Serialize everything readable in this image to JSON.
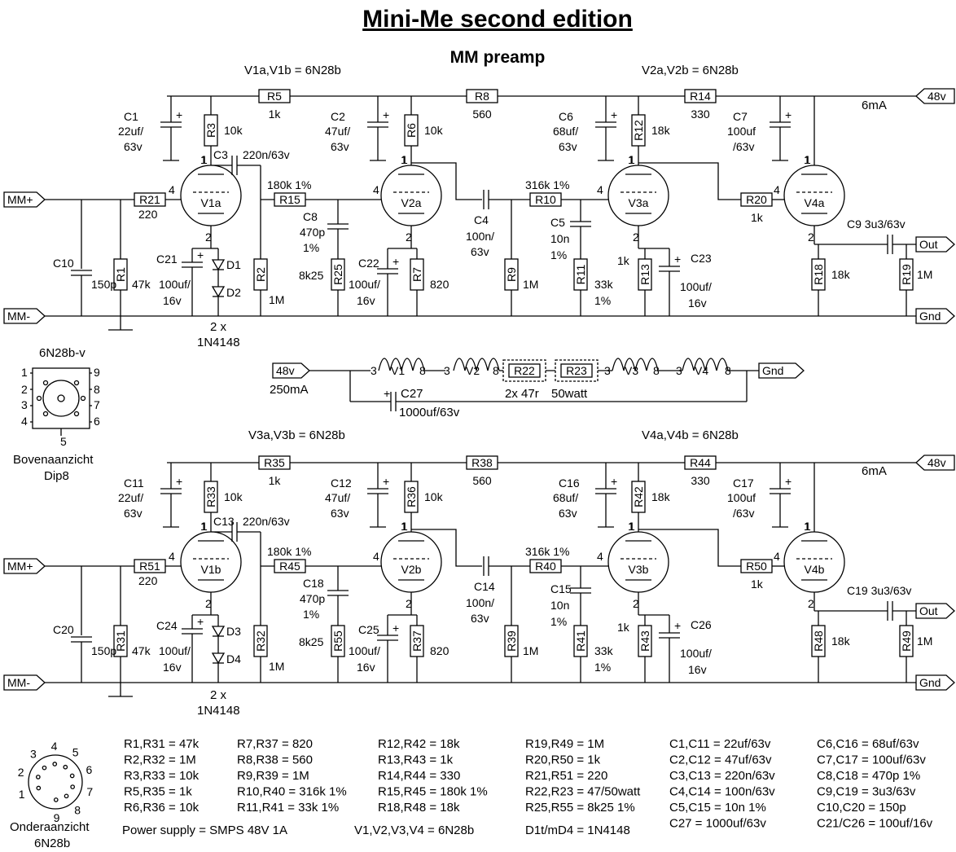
{
  "title": "Mini-Me second edition",
  "subtitle": "MM preamp",
  "top_section": {
    "tube1": "V1a,V1b = 6N28b",
    "tube2": "V2a,V2b = 6N28b",
    "supply": "48v",
    "current": "6mA",
    "in_plus": "MM+",
    "in_minus": "MM-",
    "out": "Out",
    "gnd": "Gnd",
    "resistors": [
      {
        "id": "R5",
        "val": "1k"
      },
      {
        "id": "R8",
        "val": "560"
      },
      {
        "id": "R14",
        "val": "330"
      },
      {
        "id": "R3",
        "val": "10k"
      },
      {
        "id": "R6",
        "val": "10k"
      },
      {
        "id": "R12",
        "val": "18k"
      },
      {
        "id": "R21",
        "val": "220"
      },
      {
        "id": "R15",
        "val": "180k 1%"
      },
      {
        "id": "R10",
        "val": "316k 1%"
      },
      {
        "id": "R20",
        "val": "1k"
      },
      {
        "id": "R1",
        "val": "47k"
      },
      {
        "id": "R2",
        "val": "1M"
      },
      {
        "id": "R25",
        "val": "8k25"
      },
      {
        "id": "R7",
        "val": "820"
      },
      {
        "id": "R9",
        "val": "1M"
      },
      {
        "id": "R11",
        "val": "33k"
      },
      {
        "id": "R13",
        "val": "1k"
      },
      {
        "id": "R18",
        "val": "18k"
      },
      {
        "id": "R19",
        "val": "1M"
      }
    ],
    "caps": [
      {
        "id": "C1",
        "v1": "22uf/",
        "v2": "63v"
      },
      {
        "id": "C2",
        "v1": "47uf/",
        "v2": "63v"
      },
      {
        "id": "C6",
        "v1": "68uf/",
        "v2": "63v"
      },
      {
        "id": "C7",
        "v1": "100uf",
        "v2": "/63v"
      },
      {
        "id": "C3",
        "v1": "220n/63v",
        "v2": ""
      },
      {
        "id": "C8",
        "v1": "470p",
        "v2": "1%"
      },
      {
        "id": "C4",
        "v1": "100n/",
        "v2": "63v"
      },
      {
        "id": "C5",
        "v1": "10n",
        "v2": "1%"
      },
      {
        "id": "C9",
        "v1": "3u3/63v",
        "v2": ""
      },
      {
        "id": "C10",
        "v1": "150p",
        "v2": ""
      },
      {
        "id": "C21",
        "v1": "100uf/",
        "v2": "16v"
      },
      {
        "id": "C22",
        "v1": "100uf/",
        "v2": "16v"
      },
      {
        "id": "C23",
        "v1": "100uf/",
        "v2": "16v"
      }
    ],
    "valves": [
      "V1a",
      "V2a",
      "V3a",
      "V4a"
    ],
    "diodes": [
      "D1",
      "D2"
    ],
    "diode_note": [
      "2 x",
      "1N4148"
    ],
    "pct_11": "1%"
  },
  "heater": {
    "supply": "48v",
    "current": "250mA",
    "labels": [
      "V1",
      "V2",
      "V3",
      "V4"
    ],
    "r_a": "R22",
    "r_b": "R23",
    "r_note_a": "2x 47r",
    "r_note_b": "50watt",
    "cap": "C27",
    "cap_val": "1000uf/63v",
    "gnd": "Gnd"
  },
  "pinout_top": {
    "title": "6N28b-v",
    "pins_left": [
      "1",
      "2",
      "3",
      "4"
    ],
    "pins_right": [
      "9",
      "8",
      "7",
      "6"
    ],
    "pin_bottom": "5",
    "caption1": "Bovenaanzicht",
    "caption2": "Dip8"
  },
  "bottom_section": {
    "tube1": "V3a,V3b = 6N28b",
    "tube2": "V4a,V4b = 6N28b",
    "supply": "48v",
    "current": "6mA",
    "in_plus": "MM+",
    "in_minus": "MM-",
    "out": "Out",
    "gnd": "Gnd",
    "resistors": [
      {
        "id": "R35",
        "val": "1k"
      },
      {
        "id": "R38",
        "val": "560"
      },
      {
        "id": "R44",
        "val": "330"
      },
      {
        "id": "R33",
        "val": "10k"
      },
      {
        "id": "R36",
        "val": "10k"
      },
      {
        "id": "R42",
        "val": "18k"
      },
      {
        "id": "R51",
        "val": "220"
      },
      {
        "id": "R45",
        "val": "180k 1%"
      },
      {
        "id": "R40",
        "val": "316k 1%"
      },
      {
        "id": "R50",
        "val": "1k"
      },
      {
        "id": "R31",
        "val": "47k"
      },
      {
        "id": "R32",
        "val": "1M"
      },
      {
        "id": "R55",
        "val": "8k25"
      },
      {
        "id": "R37",
        "val": "820"
      },
      {
        "id": "R39",
        "val": "1M"
      },
      {
        "id": "R41",
        "val": "33k"
      },
      {
        "id": "R43",
        "val": "1k"
      },
      {
        "id": "R48",
        "val": "18k"
      },
      {
        "id": "R49",
        "val": "1M"
      }
    ],
    "caps": [
      {
        "id": "C11",
        "v1": "22uf/",
        "v2": "63v"
      },
      {
        "id": "C12",
        "v1": "47uf/",
        "v2": "63v"
      },
      {
        "id": "C16",
        "v1": "68uf/",
        "v2": "63v"
      },
      {
        "id": "C17",
        "v1": "100uf",
        "v2": "/63v"
      },
      {
        "id": "C13",
        "v1": "220n/63v",
        "v2": ""
      },
      {
        "id": "C18",
        "v1": "470p",
        "v2": "1%"
      },
      {
        "id": "C14",
        "v1": "100n/",
        "v2": "63v"
      },
      {
        "id": "C15",
        "v1": "10n",
        "v2": "1%"
      },
      {
        "id": "C19",
        "v1": "3u3/63v",
        "v2": ""
      },
      {
        "id": "C20",
        "v1": "150p",
        "v2": ""
      },
      {
        "id": "C24",
        "v1": "100uf/",
        "v2": "16v"
      },
      {
        "id": "C25",
        "v1": "100uf/",
        "v2": "16v"
      },
      {
        "id": "C26",
        "v1": "100uf/",
        "v2": "16v"
      }
    ],
    "valves": [
      "V1b",
      "V2b",
      "V3b",
      "V4b"
    ],
    "diodes": [
      "D3",
      "D4"
    ],
    "diode_note": [
      "2 x",
      "1N4148"
    ],
    "pct_41": "1%"
  },
  "pinout_bottom": {
    "pins": [
      "1",
      "2",
      "3",
      "4",
      "5",
      "6",
      "7",
      "8",
      "9"
    ],
    "caption1": "Onderaanzicht",
    "caption2": "6N28b"
  },
  "bom": [
    [
      "R1,R31 = 47k",
      "R2,R32 = 1M",
      "R3,R33 = 10k",
      "R5,R35 = 1k",
      "R6,R36 = 10k"
    ],
    [
      "R7,R37 = 820",
      "R8,R38 = 560",
      "R9,R39 = 1M",
      "R10,R40 = 316k 1%",
      "R11,R41 = 33k 1%"
    ],
    [
      "R12,R42 = 18k",
      "R13,R43 = 1k",
      "R14,R44 = 330",
      "R15,R45 = 180k 1%",
      "R18,R48 = 18k"
    ],
    [
      "R19,R49 = 1M",
      "R20,R50 = 1k",
      "R21,R51 = 220",
      "R22,R23 = 47/50watt",
      "R25,R55 = 8k25 1%"
    ],
    [
      "C1,C11 = 22uf/63v",
      "C2,C12 = 47uf/63v",
      "C3,C13 = 220n/63v",
      "C4,C14 = 100n/63v",
      "C5,C15 = 10n 1%",
      "C27 = 1000uf/63v"
    ],
    [
      "C6,C16 = 68uf/63v",
      "C7,C17 = 100uf/63v",
      "C8,C18 = 470p 1%",
      "C9,C19 = 3u3/63v",
      "C10,C20 = 150p",
      "C21/C26 = 100uf/16v"
    ]
  ],
  "footer": {
    "power": "Power supply = SMPS 48V  1A",
    "valves": "V1,V2,V3,V4 = 6N28b",
    "diodes": "D1t/mD4 = 1N4148"
  }
}
